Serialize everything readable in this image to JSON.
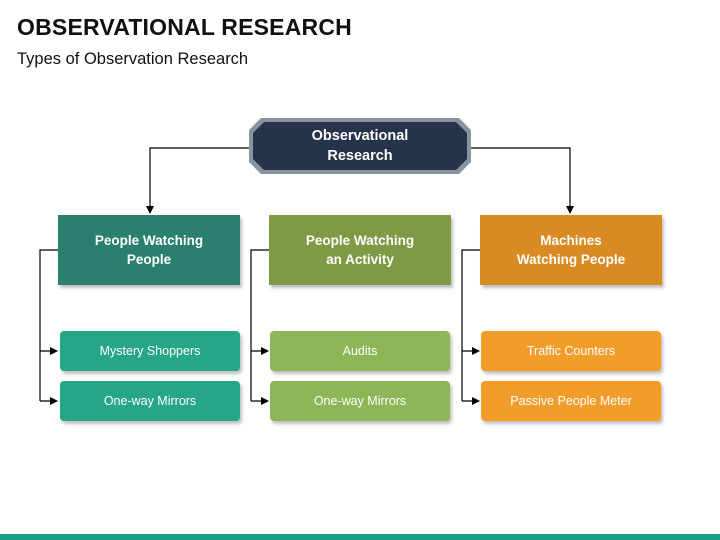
{
  "header": {
    "title": "OBSERVATIONAL RESEARCH",
    "subtitle": "Types of Observation Research"
  },
  "diagram": {
    "root": {
      "label": "Observational\nResearch",
      "color": "#26334a"
    },
    "columns": [
      {
        "label": "People Watching\nPeople",
        "header_color": "#2a7f6e",
        "item_color": "#26a587",
        "items": [
          "Mystery Shoppers",
          "One-way Mirrors"
        ]
      },
      {
        "label": "People Watching\nan Activity",
        "header_color": "#7f9a45",
        "item_color": "#8db657",
        "items": [
          "Audits",
          "One-way Mirrors"
        ]
      },
      {
        "label": "Machines\nWatching People",
        "header_color": "#d98a23",
        "item_color": "#f29c2b",
        "items": [
          "Traffic Counters",
          "Passive People Meter"
        ]
      }
    ]
  },
  "footer": {
    "bar_color": "#1a9c85"
  }
}
